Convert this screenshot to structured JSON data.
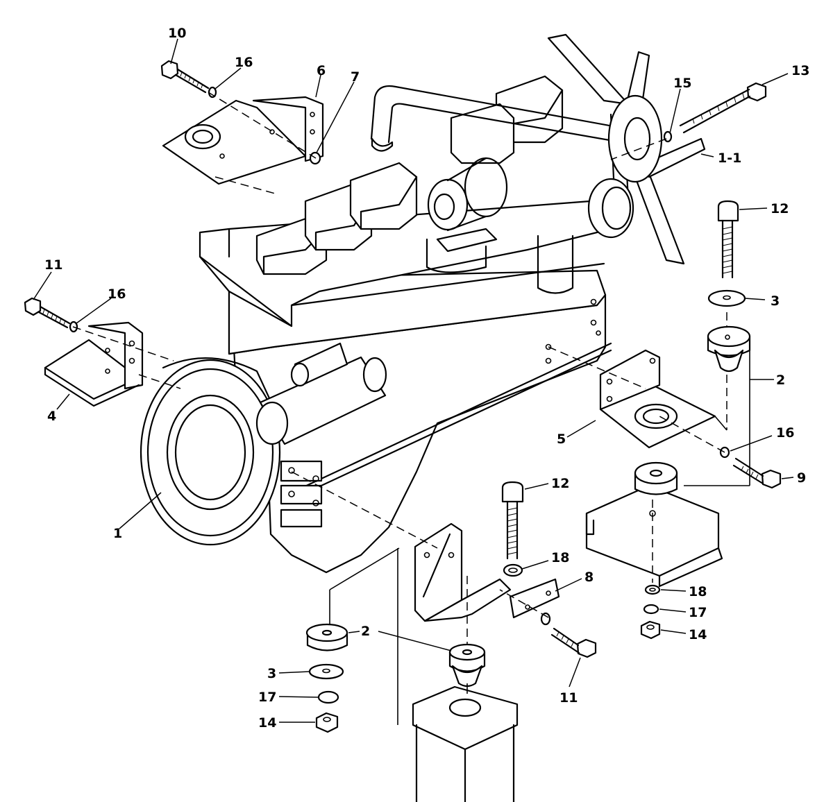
{
  "callouts": [
    {
      "id": "c-10",
      "text": "10"
    },
    {
      "id": "c-16a",
      "text": "16"
    },
    {
      "id": "c-6",
      "text": "6"
    },
    {
      "id": "c-7",
      "text": "7"
    },
    {
      "id": "c-15",
      "text": "15"
    },
    {
      "id": "c-13",
      "text": "13"
    },
    {
      "id": "c-1-1",
      "text": "1-1"
    },
    {
      "id": "c-12a",
      "text": "12"
    },
    {
      "id": "c-3a",
      "text": "3"
    },
    {
      "id": "c-2a",
      "text": "2"
    },
    {
      "id": "c-11a",
      "text": "11"
    },
    {
      "id": "c-16b",
      "text": "16"
    },
    {
      "id": "c-4",
      "text": "4"
    },
    {
      "id": "c-5",
      "text": "5"
    },
    {
      "id": "c-16c",
      "text": "16"
    },
    {
      "id": "c-9",
      "text": "9"
    },
    {
      "id": "c-1",
      "text": "1"
    },
    {
      "id": "c-12b",
      "text": "12"
    },
    {
      "id": "c-18a",
      "text": "18"
    },
    {
      "id": "c-8",
      "text": "8"
    },
    {
      "id": "c-18b",
      "text": "18"
    },
    {
      "id": "c-17a",
      "text": "17"
    },
    {
      "id": "c-14a",
      "text": "14"
    },
    {
      "id": "c-2b",
      "text": "2"
    },
    {
      "id": "c-3b",
      "text": "3"
    },
    {
      "id": "c-17b",
      "text": "17"
    },
    {
      "id": "c-14b",
      "text": "14"
    },
    {
      "id": "c-11b",
      "text": "11"
    }
  ]
}
